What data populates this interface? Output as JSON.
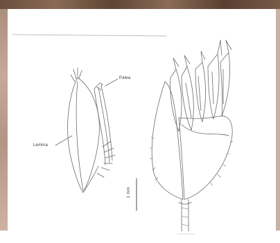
{
  "diagram": {
    "labels": {
      "palea": "Palea",
      "lemma": "Lemma",
      "scale": "1 mm"
    },
    "colors": {
      "ink": "#6a6a6a",
      "paper": "#ffffff",
      "frame_top": "#6b4e3d",
      "frame_side": "#b89a88"
    }
  }
}
